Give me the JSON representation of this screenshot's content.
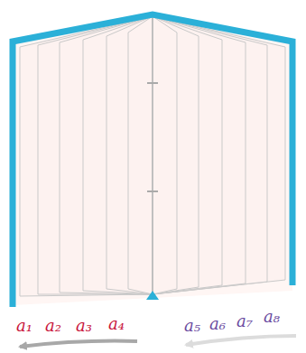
{
  "diagram": {
    "labels": [
      "a₁",
      "a₂",
      "a₃",
      "a₄",
      "a₅",
      "a₆",
      "a₇",
      "a₈"
    ]
  }
}
